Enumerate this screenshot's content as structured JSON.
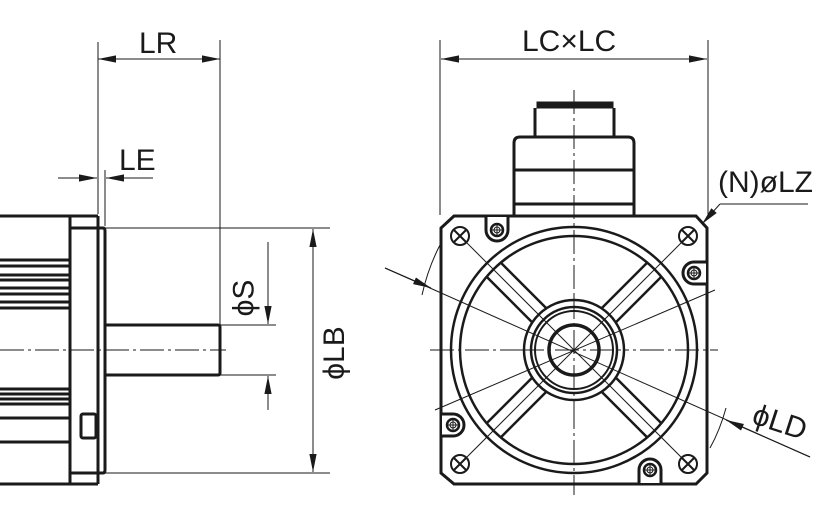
{
  "drawing": {
    "title": "Servo motor outline dimensions",
    "stroke_color": "#1a1a1a",
    "background": "#ffffff",
    "side_view": {
      "labels": {
        "lr": "LR",
        "le": "LE",
        "s": "ϕS",
        "lb": "ϕLB"
      }
    },
    "front_view": {
      "labels": {
        "lc": "LC×LC",
        "lz": "(N)øLZ",
        "ld": "ϕLD"
      },
      "mounting_holes": 4,
      "screw_bosses": 4,
      "spokes": 4
    }
  }
}
